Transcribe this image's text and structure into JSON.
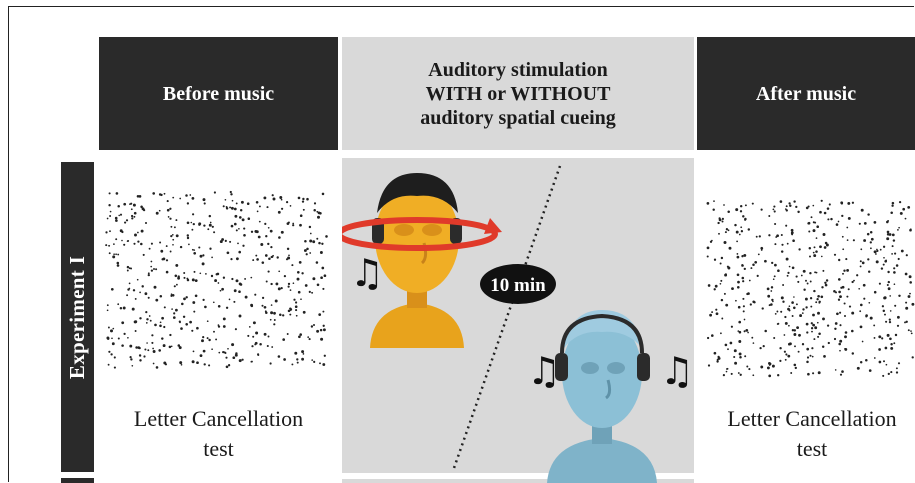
{
  "header": {
    "before": "Before music",
    "middle": "Auditory stimulation\nWITH or WITHOUT\nauditory spatial cueing",
    "after": "After music"
  },
  "row_label": "Experiment I",
  "timer": "10 min",
  "test_label_before": "Letter Cancellation\ntest",
  "test_label_after": "Letter Cancellation\ntest",
  "music_note": "♫",
  "colors": {
    "dark_header": "#2a2a2a",
    "light_panel": "#d9d9d9",
    "figure_yellow": "#e8a31c",
    "figure_blue": "#7fb3c9",
    "cue_ring": "#e03a2a"
  }
}
